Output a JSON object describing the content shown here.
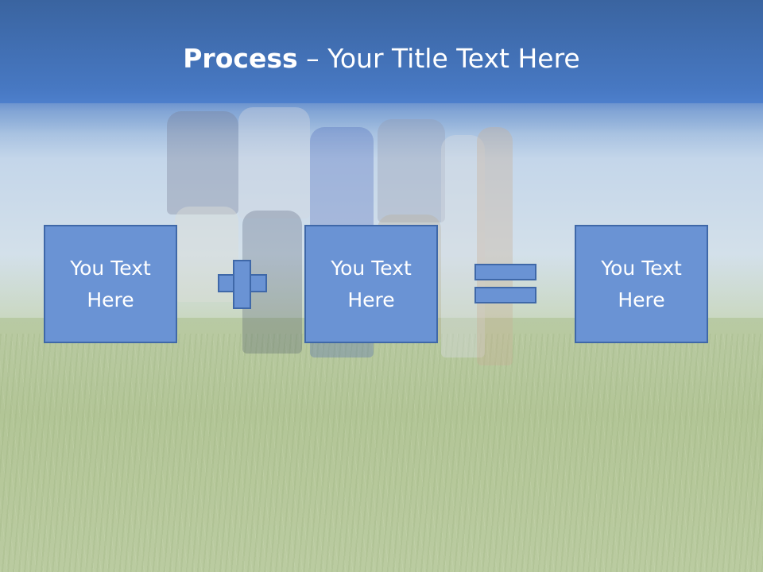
{
  "slide": {
    "title_bold": "Process",
    "title_rest": " – Your Title Text Here"
  },
  "boxes": [
    {
      "text": "You Text Here"
    },
    {
      "text": "You Text Here"
    },
    {
      "text": "You Text Here"
    }
  ],
  "operators": [
    "plus",
    "equals"
  ],
  "colors": {
    "title_bar": "#4778c2",
    "box_fill": "#6a93d4",
    "box_border": "#3f68a8"
  },
  "background": "photo-group-of-friends-on-grass"
}
